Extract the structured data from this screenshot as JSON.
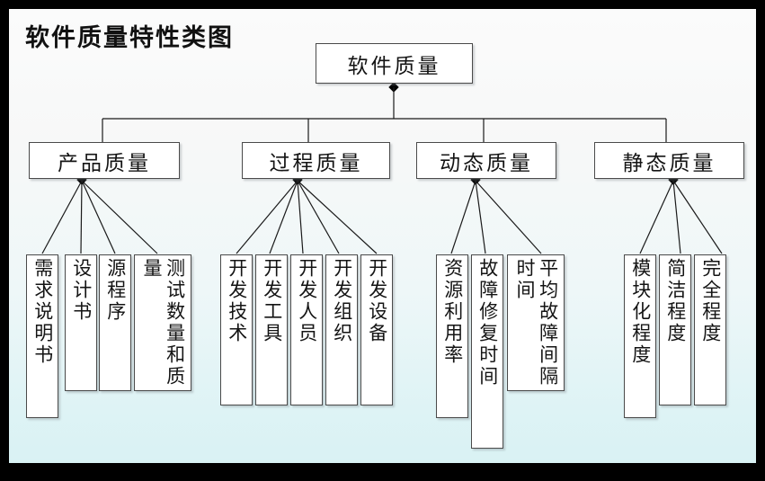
{
  "slide": {
    "title": "软件质量特性类图",
    "background_top": "#fbfbfb",
    "background_bottom": "#d9f2f4",
    "frame_color": "#000000",
    "node_fill": "#ffffff",
    "node_border": "#4a4a4a",
    "edge_color": "#1a1a1a"
  },
  "diagram": {
    "type": "class-hierarchy-tree",
    "root": {
      "label": "软件质量"
    },
    "level2": [
      {
        "label": "产品质量"
      },
      {
        "label": "过程质量"
      },
      {
        "label": "动态质量"
      },
      {
        "label": "静态质量"
      }
    ],
    "groups": [
      {
        "parent": "产品质量",
        "children": [
          {
            "label": "需求说明书"
          },
          {
            "label": "设计书"
          },
          {
            "label": "源程序"
          },
          {
            "label": "测试数量和质量"
          }
        ]
      },
      {
        "parent": "过程质量",
        "children": [
          {
            "label": "开发技术"
          },
          {
            "label": "开发工具"
          },
          {
            "label": "开发人员"
          },
          {
            "label": "开发组织"
          },
          {
            "label": "开发设备"
          }
        ]
      },
      {
        "parent": "动态质量",
        "children": [
          {
            "label": "资源利用率"
          },
          {
            "label": "故障修复时间"
          },
          {
            "label": "平均故障间隔时间"
          }
        ]
      },
      {
        "parent": "静态质量",
        "children": [
          {
            "label": "模块化程度"
          },
          {
            "label": "简洁程度"
          },
          {
            "label": "完全程度"
          }
        ]
      }
    ]
  }
}
